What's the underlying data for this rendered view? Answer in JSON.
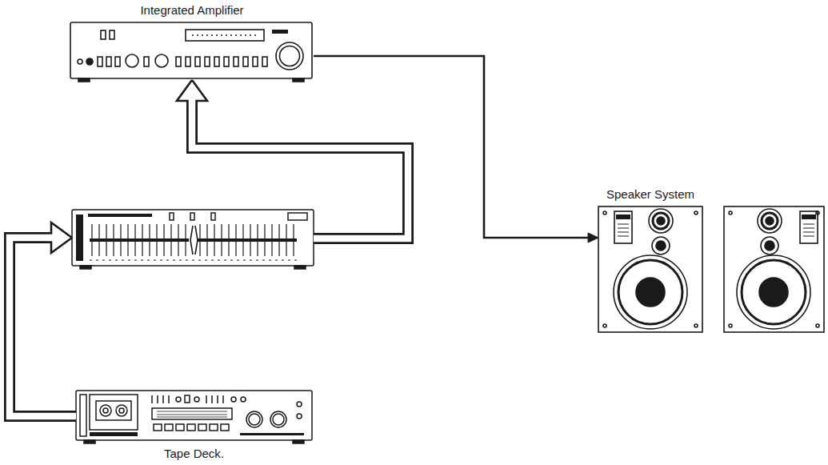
{
  "diagram": {
    "nodes": [
      {
        "text": [
          "Integrated Amplifier"
        ]
      },
      {
        "text": []
      },
      {
        "text": [
          "Speaker System"
        ]
      },
      {
        "text": [
          "Tape Deck."
        ]
      }
    ],
    "edges": [
      {
        "from": 3,
        "to": 1,
        "arrow": "to"
      },
      {
        "from": 1,
        "to": 0,
        "arrow": "to"
      },
      {
        "from": 0,
        "to": 2,
        "arrow": "to"
      }
    ]
  }
}
